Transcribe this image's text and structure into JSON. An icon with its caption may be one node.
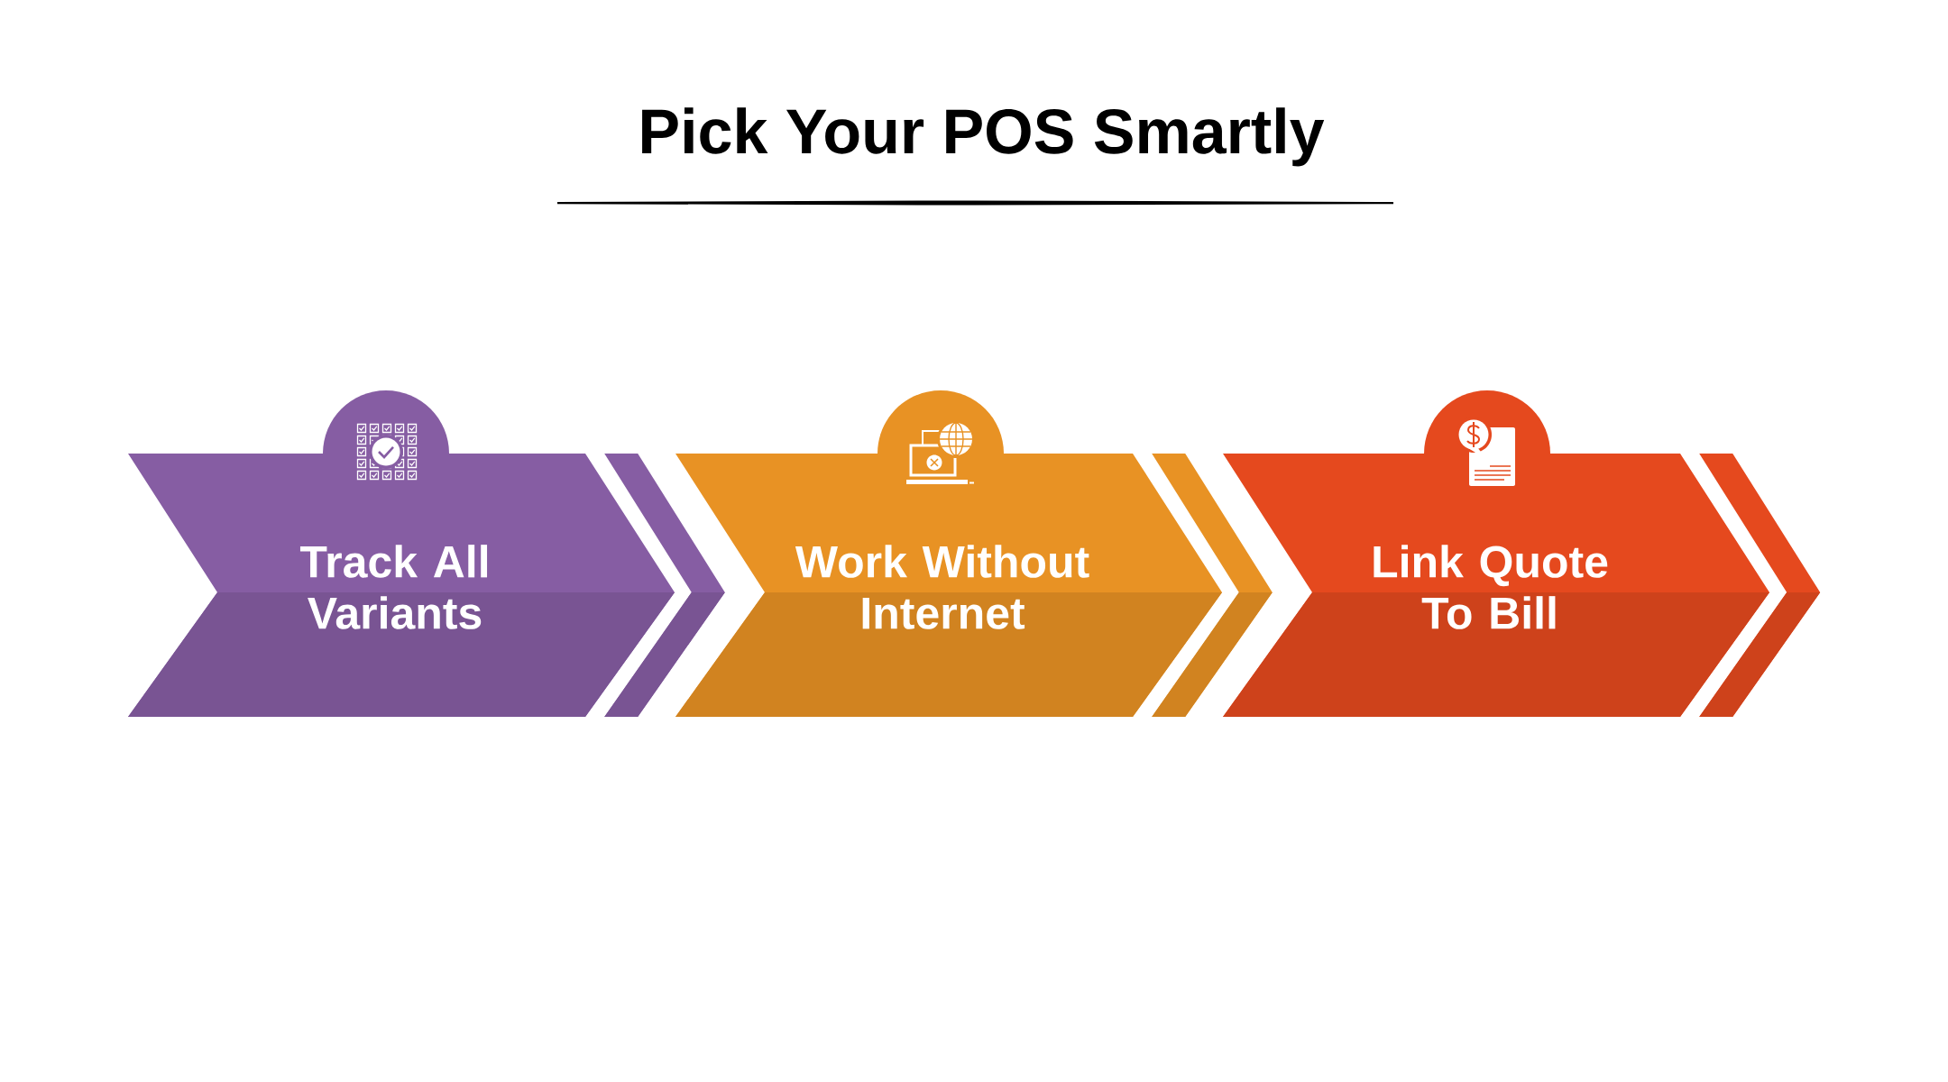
{
  "diagram": {
    "title": "Pick Your POS Smartly",
    "nodes": [
      {
        "text": [
          "Track All Variants"
        ]
      },
      {
        "text": [
          "Work Without Internet"
        ]
      },
      {
        "text": [
          "Link Quote To Bill"
        ]
      }
    ],
    "edges": [
      {
        "from": 0,
        "to": 1,
        "arrow": "to",
        "color": "#865da3"
      },
      {
        "from": 1,
        "to": 2,
        "arrow": "to",
        "color": "#e89224"
      },
      {
        "from": 2,
        "to": null,
        "arrow": "to",
        "color": "#e5491e"
      }
    ]
  }
}
